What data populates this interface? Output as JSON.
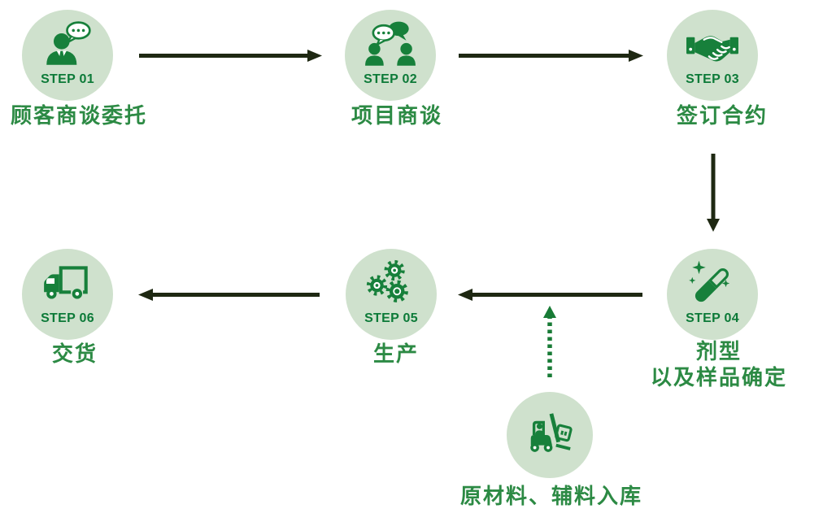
{
  "colors": {
    "circle_fill": "#cfe1cd",
    "icon_green": "#17803b",
    "step_green": "#0c7a38",
    "text_green": "#2c8a44",
    "arrow_dark": "#1e2812",
    "arrow_dotted_green": "#187b36"
  },
  "steps": [
    {
      "step_label": "STEP 01",
      "title": "顾客商谈委托",
      "icon": "person-chat-icon"
    },
    {
      "step_label": "STEP 02",
      "title": "项目商谈",
      "icon": "two-person-chat-icon"
    },
    {
      "step_label": "STEP 03",
      "title": "签订合约",
      "icon": "handshake-icon"
    },
    {
      "step_label": "STEP 04",
      "title": "剂型\n以及样品确定",
      "icon": "capsule-sparkle-icon"
    },
    {
      "step_label": "STEP 05",
      "title": "生产",
      "icon": "gears-icon"
    },
    {
      "step_label": "STEP 06",
      "title": "交货",
      "icon": "truck-icon"
    }
  ],
  "warehouse": {
    "title": "原材料、辅料入库",
    "icon": "forklift-icon"
  },
  "connections": [
    {
      "from": "STEP 01",
      "to": "STEP 02",
      "style": "solid"
    },
    {
      "from": "STEP 02",
      "to": "STEP 03",
      "style": "solid"
    },
    {
      "from": "STEP 03",
      "to": "STEP 04",
      "style": "solid"
    },
    {
      "from": "STEP 04",
      "to": "STEP 05",
      "style": "solid"
    },
    {
      "from": "STEP 05",
      "to": "STEP 06",
      "style": "solid"
    },
    {
      "from": "原材料、辅料入库",
      "to": "STEP 04 → STEP 05 flow",
      "style": "dotted"
    }
  ]
}
